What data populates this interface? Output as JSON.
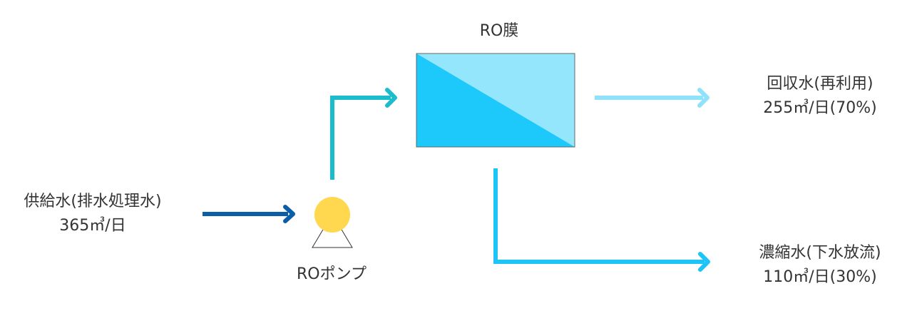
{
  "membrane": {
    "title": "RO膜"
  },
  "feed": {
    "name": "供給水(排水処理水)",
    "flow": "365㎥/日"
  },
  "pump": {
    "label": "ROポンプ"
  },
  "recovered": {
    "name": "回収水(再利用)",
    "flow": "255㎥/日(70%)"
  },
  "concentrate": {
    "name": "濃縮水(下水放流)",
    "flow": "110㎥/日(30%)"
  },
  "colors": {
    "feed_arrow": "#0a5fa8",
    "pump_outlet_arrow": "#1bbdcc",
    "recovered_arrow": "#8ee3fb",
    "concentrate_arrow": "#1ec4f6",
    "pump_fill": "#ffd84f",
    "membrane_light": "#94e6fd",
    "membrane_dark": "#1dc9fb"
  }
}
